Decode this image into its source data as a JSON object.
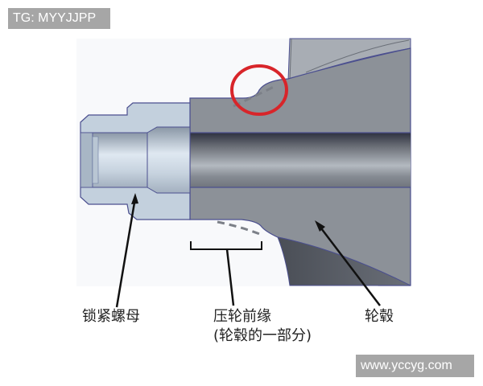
{
  "watermarks": {
    "top_left": "TG: MYYJJPP",
    "bottom_right": "www.yccyg.com"
  },
  "labels": {
    "lock_nut": "锁紧螺母",
    "press_wheel_front_edge": "压轮前缘",
    "press_wheel_front_edge_note": "(轮毂的一部分)",
    "wheel_hub": "轮毂"
  },
  "colors": {
    "nut_fill": "#c3d0dd",
    "hub_fill": "#8a8f96",
    "bore_dark": "#3a3d45",
    "outline": "#4b4f8f",
    "highlight_circle": "#d8252a",
    "background_panel": "#f7f8fa"
  }
}
